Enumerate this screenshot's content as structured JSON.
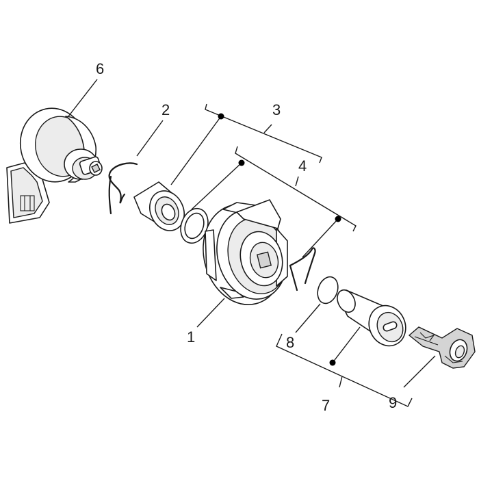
{
  "diagram": {
    "callouts": {
      "c1": "1",
      "c2": "2",
      "c3": "3",
      "c4": "4",
      "c6": "6",
      "c7": "7",
      "c8": "8",
      "c9": "9"
    }
  }
}
